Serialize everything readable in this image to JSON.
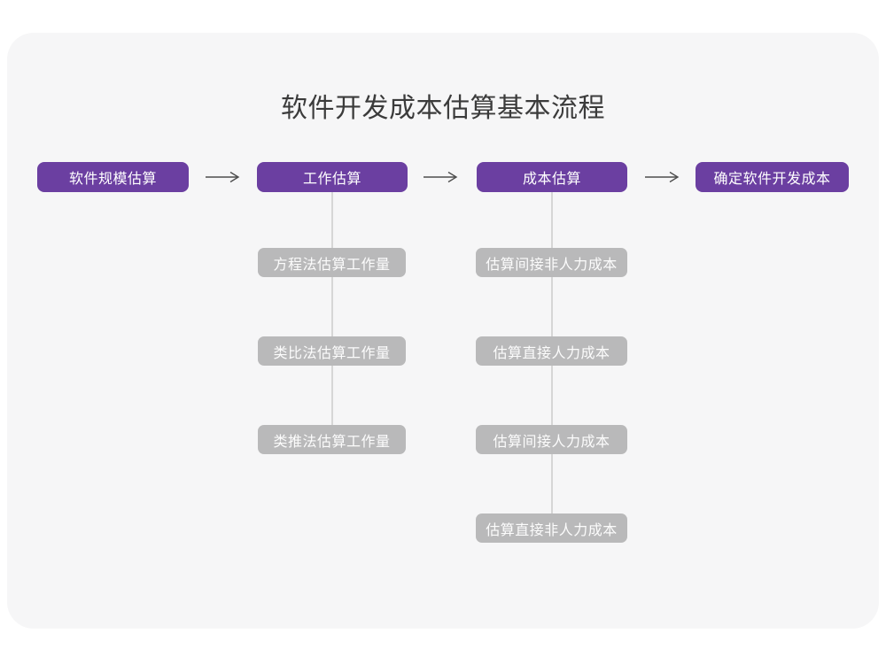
{
  "title": "软件开发成本估算基本流程",
  "stages": [
    {
      "label": "软件规模估算",
      "children": []
    },
    {
      "label": "工作估算",
      "children": [
        "方程法估算工作量",
        "类比法估算工作量",
        "类推法估算工作量"
      ]
    },
    {
      "label": "成本估算",
      "children": [
        "估算间接非人力成本",
        "估算直接人力成本",
        "估算间接人力成本",
        "估算直接非人力成本"
      ]
    },
    {
      "label": "确定软件开发成本",
      "children": []
    }
  ],
  "icons": {
    "arrow_right": "right-arrow-icon"
  },
  "colors": {
    "stage_bg": "#6b3fa1",
    "stage_text": "#ffffff",
    "child_bg": "#b9b9ba",
    "child_text": "#fcfcfc",
    "connector": "#d6d6d6",
    "arrow": "#4d4d4d",
    "card_bg": "#f6f6f7",
    "page_bg": "#ffffff",
    "title_text": "#3b3b3b"
  }
}
